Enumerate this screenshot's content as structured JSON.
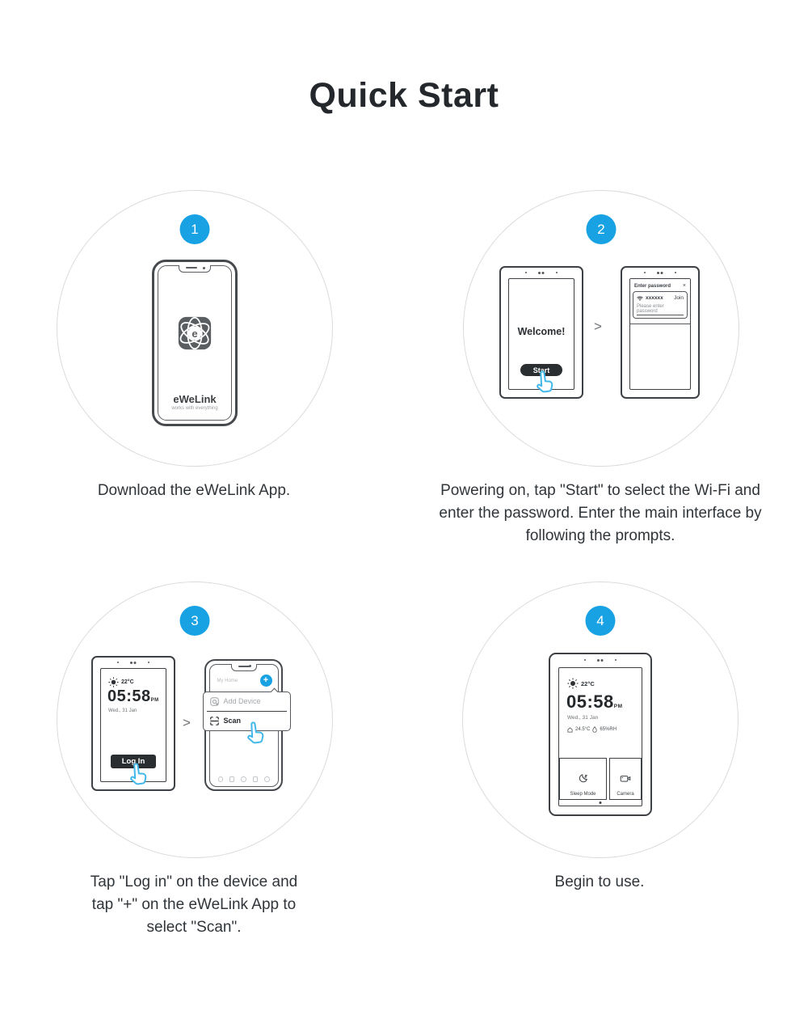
{
  "title": "Quick Start",
  "colors": {
    "accent": "#18a2e4",
    "button_dark": "#2b2e31"
  },
  "steps": {
    "s1": {
      "badge": "1",
      "caption": "Download the eWeLink App.",
      "phone": {
        "brand": "eWeLink",
        "tagline": "works with everything",
        "icon_letter": "e"
      }
    },
    "s2": {
      "badge": "2",
      "arrow": ">",
      "caption": "Powering on, tap \"Start\" to select the Wi-Fi and enter the password. Enter the main interface by following the prompts.",
      "welcome_screen": {
        "title": "Welcome!",
        "start_button": "Start"
      },
      "password_screen": {
        "title": "Enter password",
        "close": "×",
        "ssid": "xxxxxx",
        "join_button": "Join",
        "placeholder": "Please enter password"
      }
    },
    "s3": {
      "badge": "3",
      "arrow": ">",
      "caption": "Tap \"Log in\" on the device and tap \"+\" on the eWeLink App to select \"Scan\".",
      "device": {
        "temp": "22°C",
        "time": "05:58",
        "meridiem": "PM",
        "date": "Wed., 31 Jan",
        "login_button": "Log In"
      },
      "app": {
        "home_label": "My Home",
        "plus_button": "+",
        "menu_add_device": "Add Device",
        "menu_scan": "Scan"
      }
    },
    "s4": {
      "badge": "4",
      "caption": "Begin to use.",
      "device": {
        "temp": "22°C",
        "time": "05:58",
        "meridiem": "PM",
        "date": "Wed., 31 Jan",
        "room_temp": "24.5°C",
        "humidity": "65%RH",
        "card_sleep": "Sleep Mode",
        "card_camera": "Camera"
      }
    }
  }
}
